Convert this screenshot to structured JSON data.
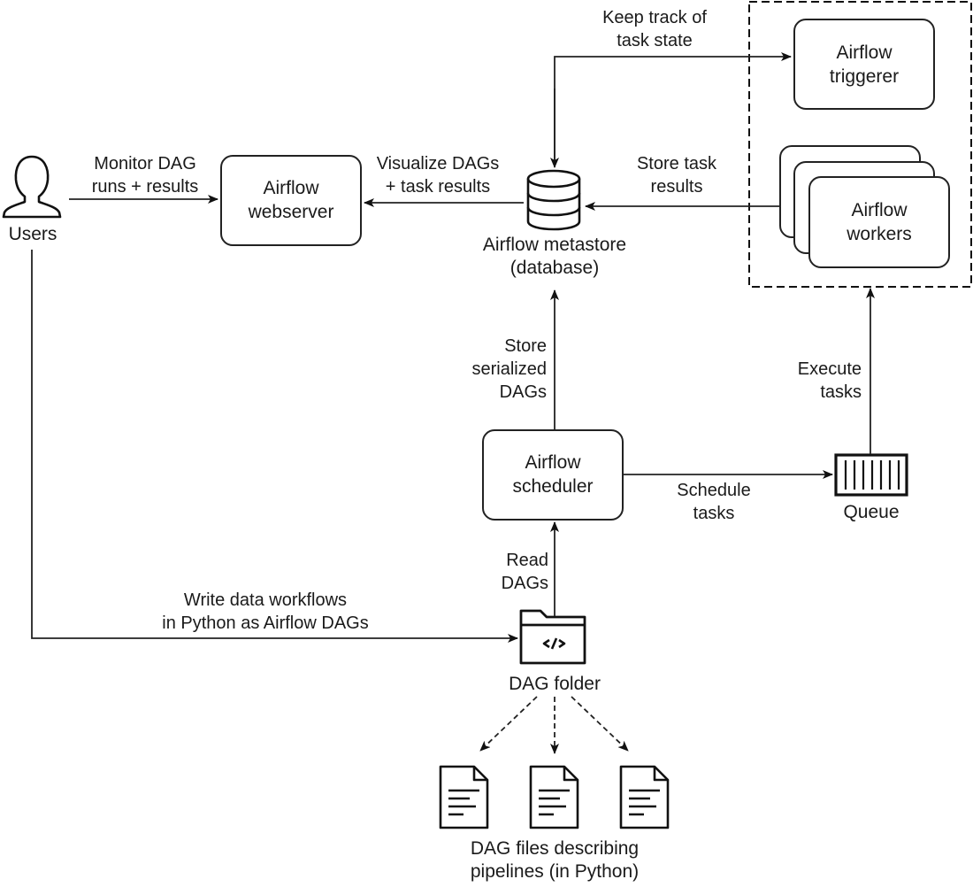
{
  "diagram": {
    "actors": {
      "users": {
        "label": "Users",
        "icon": "user-icon"
      }
    },
    "components": {
      "webserver": {
        "label": "Airflow\nwebserver"
      },
      "metastore": {
        "label": "Airflow metastore\n(database)",
        "icon": "database-icon"
      },
      "triggerer": {
        "label": "Airflow\ntriggerer"
      },
      "workers": {
        "label": "Airflow\nworkers",
        "stack_count": 3
      },
      "scheduler": {
        "label": "Airflow\nscheduler"
      },
      "queue": {
        "label": "Queue",
        "icon": "queue-icon"
      },
      "dag_folder": {
        "label": "DAG folder",
        "icon": "code-folder-icon"
      },
      "dag_files": {
        "label": "DAG files describing\npipelines (in Python)",
        "icon": "document-icon",
        "count": 3
      }
    },
    "edges": {
      "users_to_webserver": {
        "label": "Monitor DAG\nruns + results",
        "style": "solid"
      },
      "metastore_to_webserver": {
        "label": "Visualize DAGs\n+ task results",
        "style": "solid"
      },
      "metastore_triggerer": {
        "label": "Keep track of\ntask state",
        "style": "solid",
        "bidirectional": true
      },
      "workers_to_metastore": {
        "label": "Store task\nresults",
        "style": "solid"
      },
      "scheduler_to_metastore": {
        "label": "Store\nserialized\nDAGs",
        "style": "solid"
      },
      "queue_to_workers": {
        "label": "Execute\ntasks",
        "style": "solid"
      },
      "scheduler_to_queue": {
        "label": "Schedule\ntasks",
        "style": "solid"
      },
      "folder_to_scheduler": {
        "label": "Read\nDAGs",
        "style": "solid"
      },
      "users_to_folder": {
        "label": "Write data workflows\nin Python as Airflow DAGs",
        "style": "solid"
      },
      "folder_to_files": {
        "label": "",
        "style": "dashed"
      }
    },
    "groups": {
      "execution_group": {
        "members": [
          "triggerer",
          "workers"
        ],
        "style": "dashed"
      }
    }
  }
}
